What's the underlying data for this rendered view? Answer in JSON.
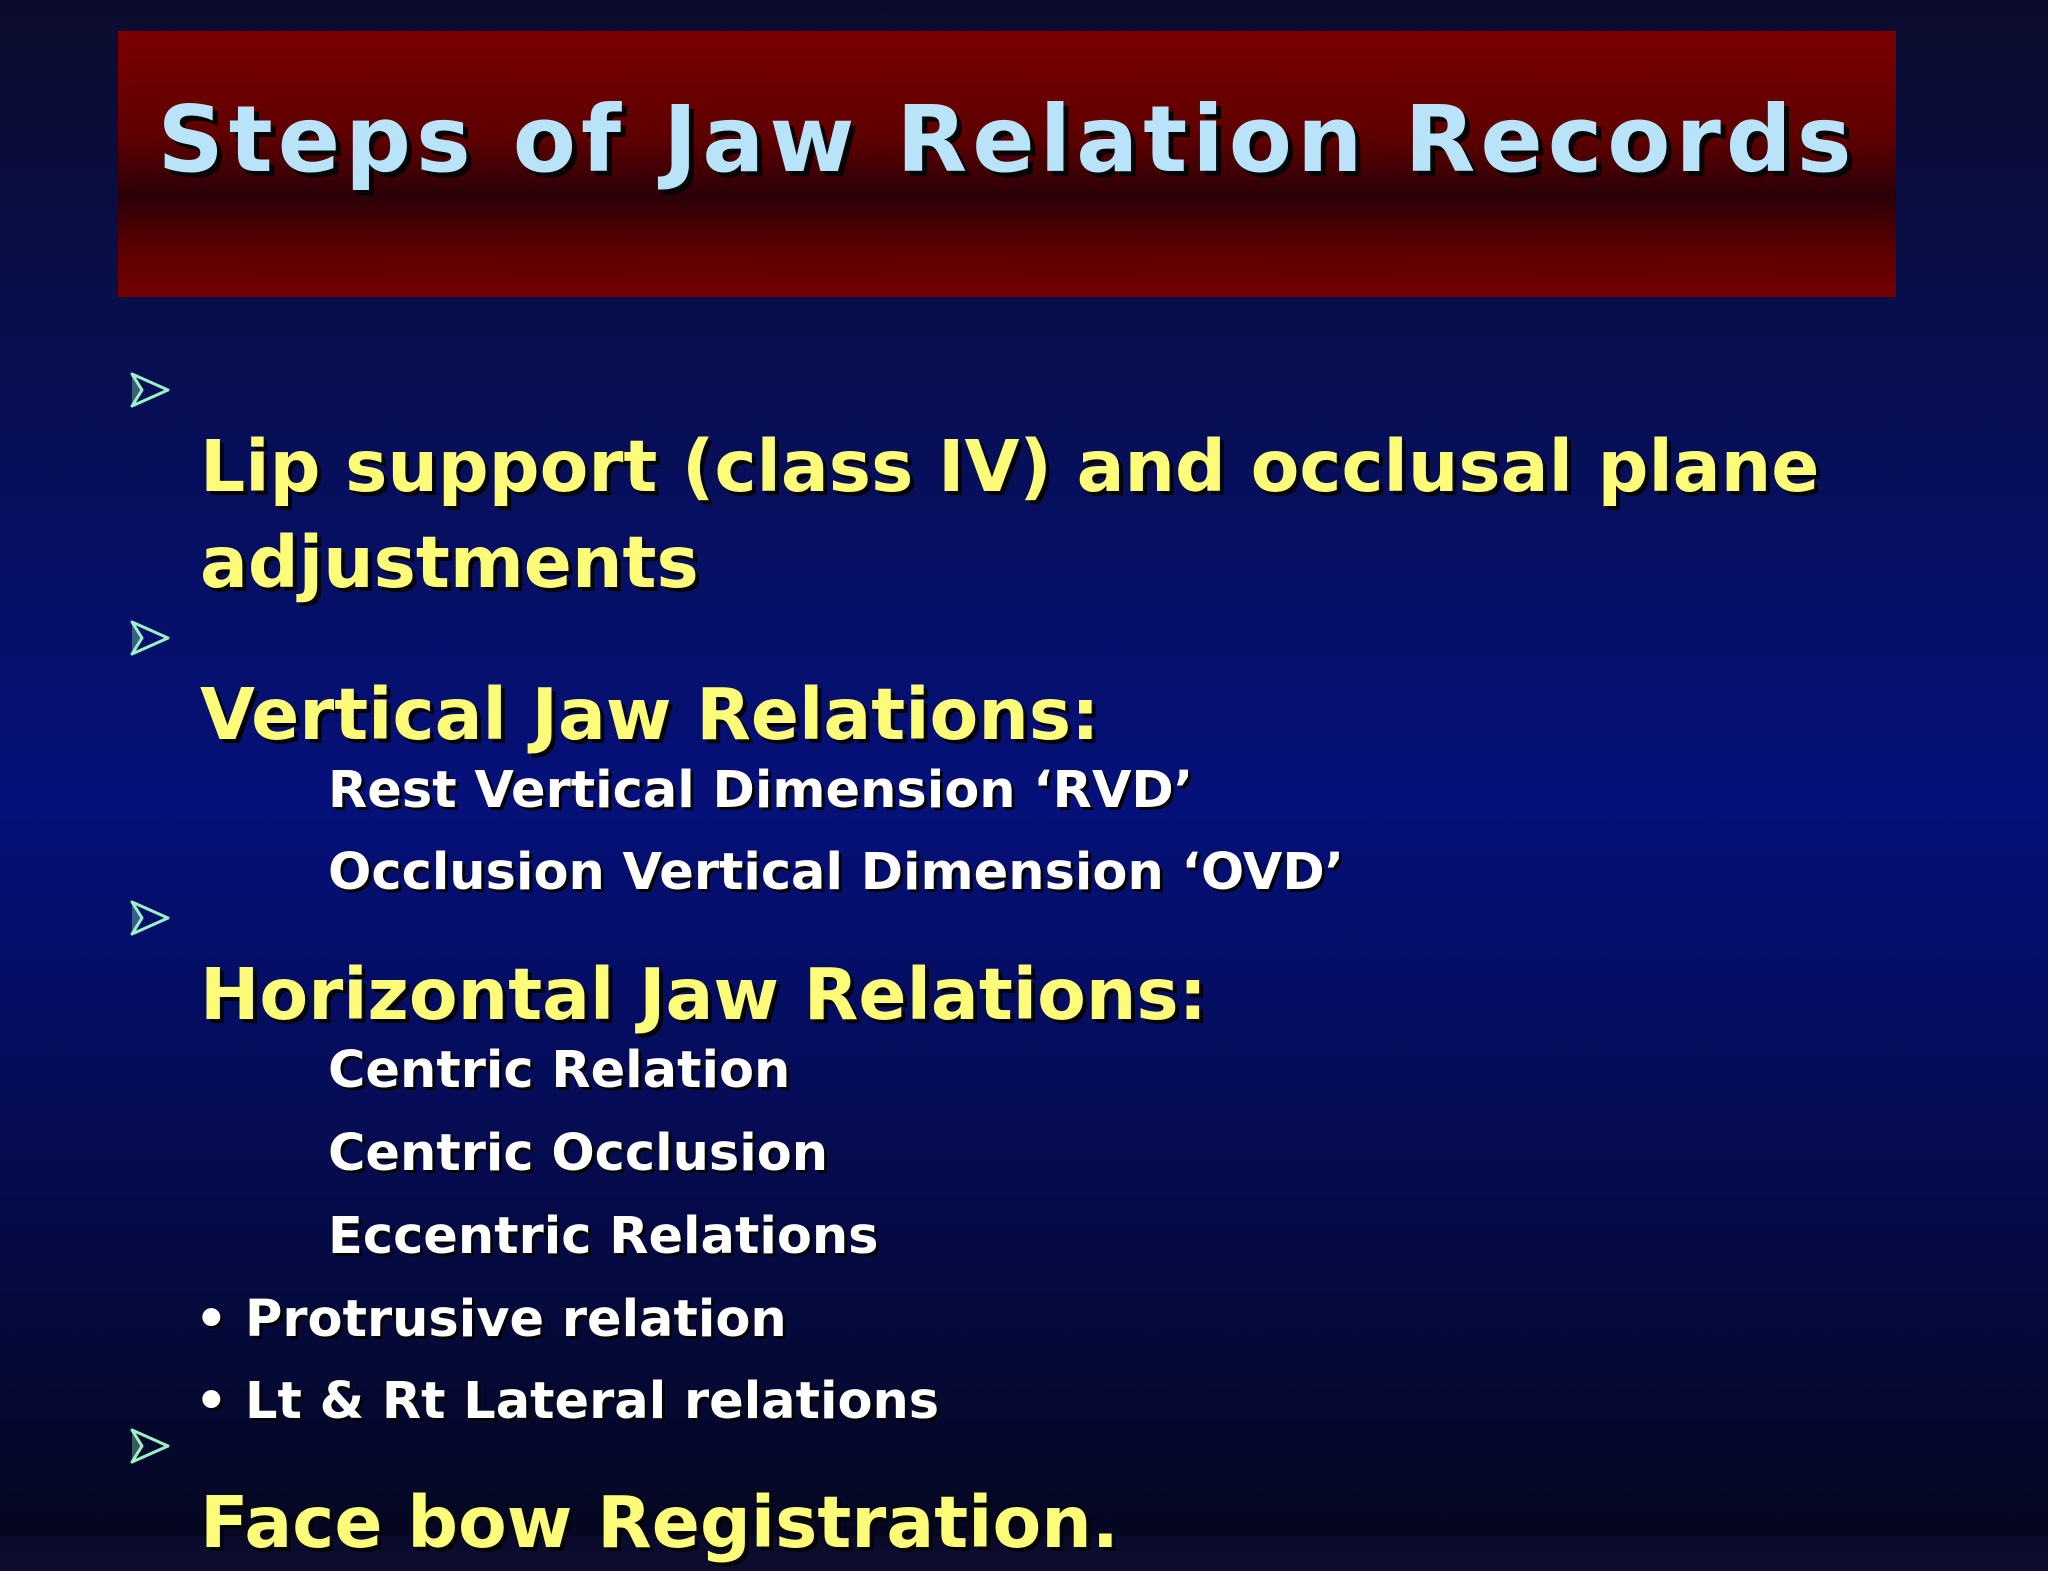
{
  "slide": {
    "title": "Steps of Jaw Relation Records",
    "colors": {
      "title_text": "#b8e3f8",
      "title_bar": "#7c0000",
      "main_text": "#fcfc78",
      "sub_text": "#ffffff",
      "arrow": "#9cf2c4",
      "background": "#05107a"
    },
    "items": [
      {
        "icon": "arrow-bullet-icon",
        "text": "Lip support (class IV) and occlusal plane adjustments",
        "subitems": []
      },
      {
        "icon": "arrow-bullet-icon",
        "text": "Vertical Jaw Relations:",
        "subitems": [
          "Rest Vertical Dimension ‘RVD’",
          "Occlusion Vertical Dimension ‘OVD’"
        ]
      },
      {
        "icon": "arrow-bullet-icon",
        "text": "Horizontal Jaw Relations:",
        "subitems": [
          "Centric Relation",
          "Centric Occlusion",
          "Eccentric Relations"
        ],
        "bullets": [
          "Protrusive relation",
          "Lt & Rt Lateral relations"
        ]
      },
      {
        "icon": "arrow-bullet-icon",
        "text": "Face bow Registration.",
        "subitems": []
      }
    ],
    "bullet_char": "•"
  }
}
